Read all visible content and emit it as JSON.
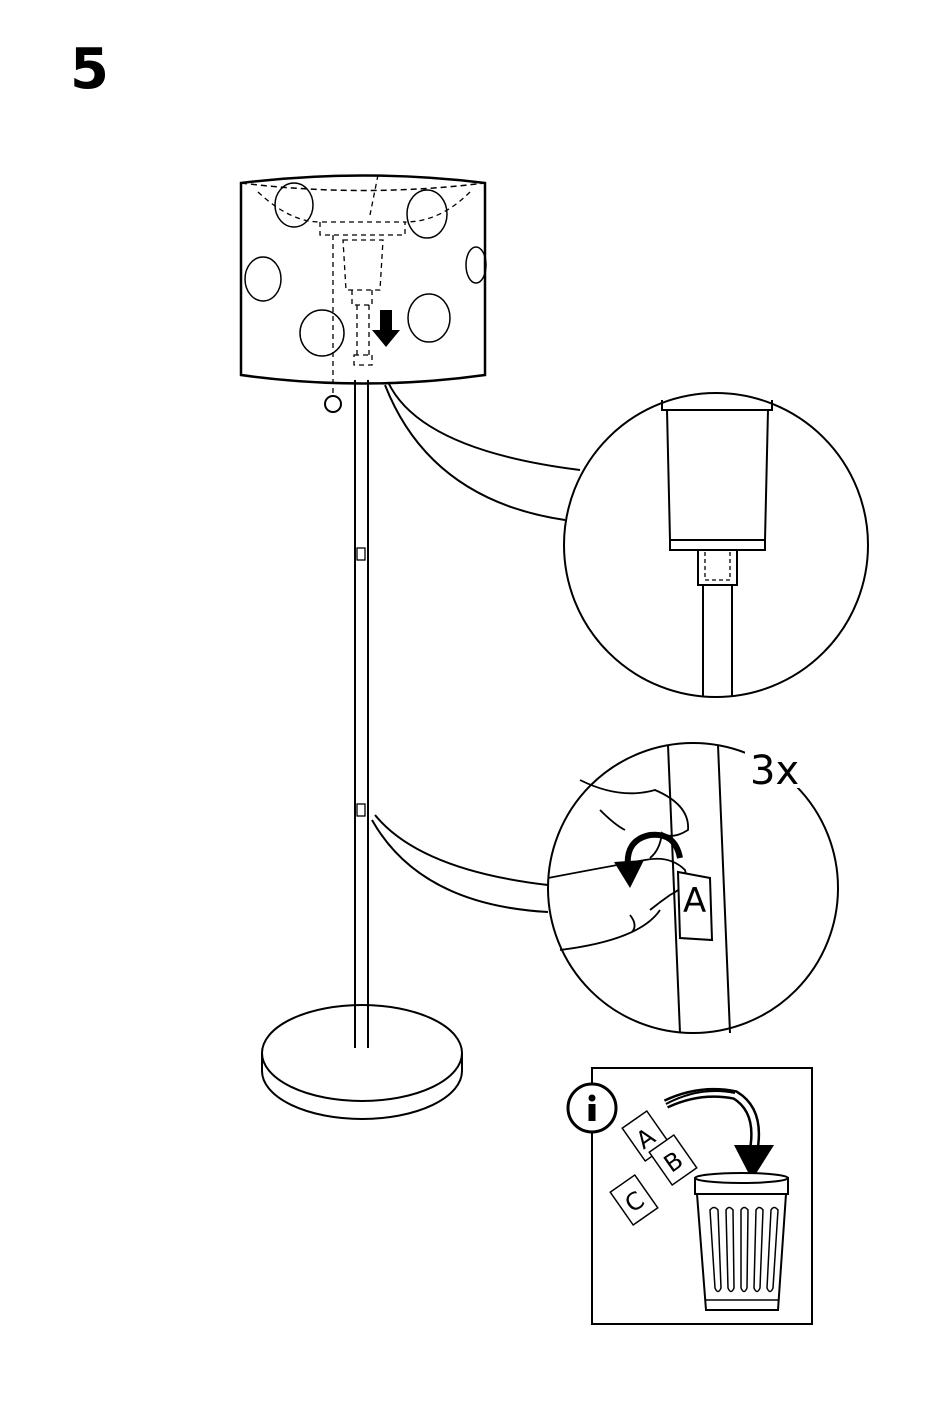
{
  "step": {
    "number": "5"
  },
  "detail_tape": {
    "repeat_label": "3x",
    "tape_letter": "A"
  },
  "info_panel": {
    "tape_labels": [
      "A",
      "B",
      "C"
    ]
  },
  "icons": [
    "info-icon",
    "trash-bin-icon",
    "down-arrow-icon",
    "curved-arrow-icon"
  ]
}
